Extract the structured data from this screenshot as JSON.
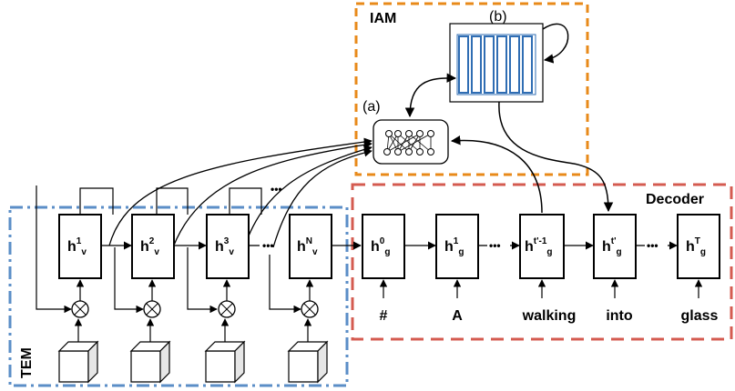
{
  "regions": {
    "iam": {
      "label": "IAM",
      "color": "#e88a1a"
    },
    "decoder": {
      "label": "Decoder",
      "color": "#d45b50"
    },
    "tem": {
      "label": "TEM",
      "color": "#5b8ec7"
    }
  },
  "markers": {
    "a": "(a)",
    "b": "(b)"
  },
  "encoder_states": [
    {
      "base": "h",
      "sup": "1",
      "sub": "v"
    },
    {
      "base": "h",
      "sup": "2",
      "sub": "v"
    },
    {
      "base": "h",
      "sup": "3",
      "sub": "v"
    },
    {
      "base": "h",
      "sup": "N",
      "sub": "v"
    }
  ],
  "decoder_states": [
    {
      "base": "h",
      "sup": "0",
      "sub": "g"
    },
    {
      "base": "h",
      "sup": "1",
      "sub": "g"
    },
    {
      "base": "h",
      "sup": "t'-1",
      "sub": "g"
    },
    {
      "base": "h",
      "sup": "t'",
      "sub": "g"
    },
    {
      "base": "h",
      "sup": "T",
      "sub": "g"
    }
  ],
  "decoder_inputs": [
    "#",
    "A",
    "walking",
    "into",
    "glass"
  ],
  "ellipsis": "•••"
}
